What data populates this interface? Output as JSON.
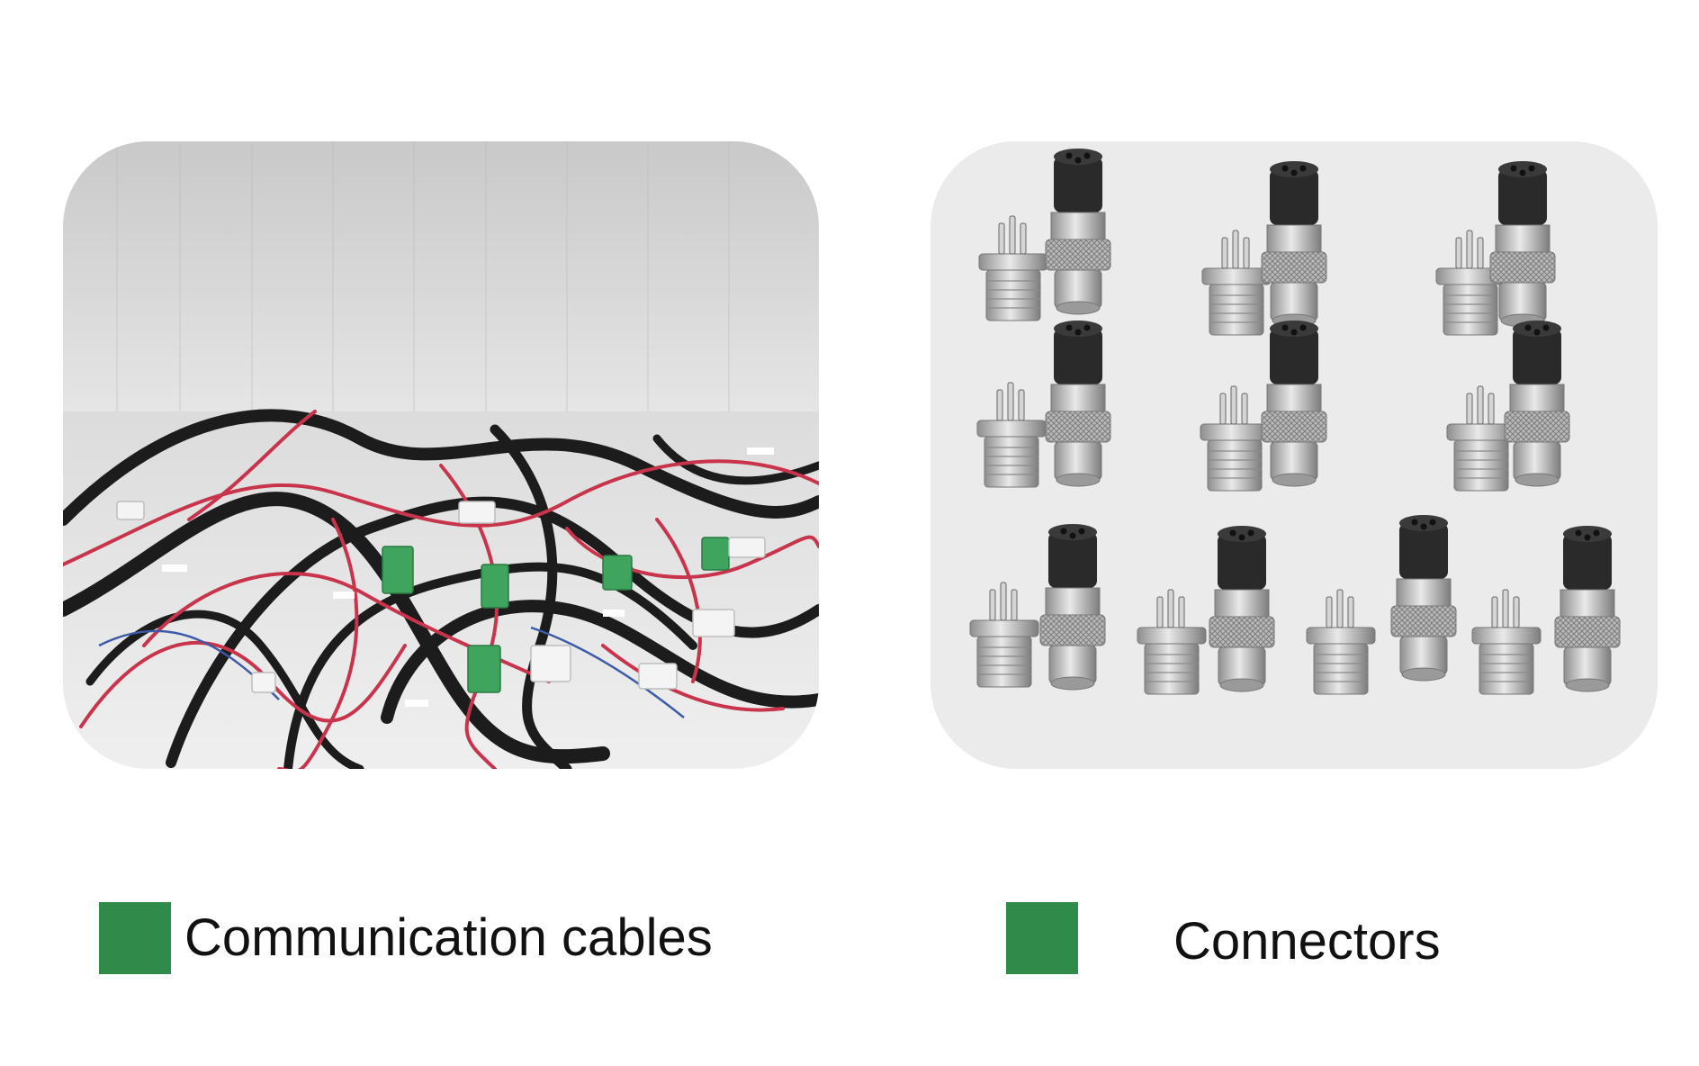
{
  "panels": [
    {
      "label": "Communication cables",
      "swatch_color": "#2e8b4a",
      "image": "cable-harness"
    },
    {
      "label": "Connectors",
      "swatch_color": "#2e8b4a",
      "image": "circular-connectors"
    }
  ],
  "colors": {
    "background": "#ffffff",
    "connector_backdrop": "#ebebeb",
    "wire_black": "#1c1c1c",
    "wire_red": "#c8344c",
    "terminal_green": "#3fa55e"
  }
}
